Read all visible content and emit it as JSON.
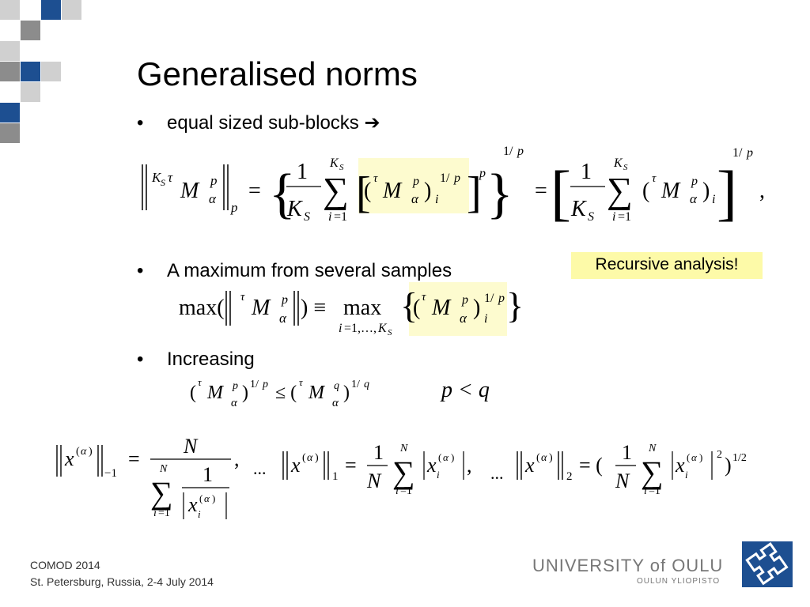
{
  "title": "Generalised norms",
  "bullets": {
    "b1": "equal sized sub-blocks",
    "b1_arrow": "➔",
    "b2": "A maximum from several samples",
    "b3": "Increasing",
    "marker": "•"
  },
  "callout": "Recursive analysis!",
  "formulas": {
    "p_lt_q": "p < q",
    "ellipsis1": "...",
    "ellipsis2": "..."
  },
  "footer": {
    "line1": "COMOD 2014",
    "line2": "St. Petersburg, Russia, 2-4 July 2014"
  },
  "logo": {
    "name": "UNIVERSITY of OULU",
    "subname": "OULUN YLIOPISTO"
  },
  "colors": {
    "blue": "#1d4f91",
    "grey": "#8c8c8c",
    "light_grey": "#cfcfcf",
    "highlight": "#fdfbcf",
    "callout": "#fdfaa8"
  }
}
